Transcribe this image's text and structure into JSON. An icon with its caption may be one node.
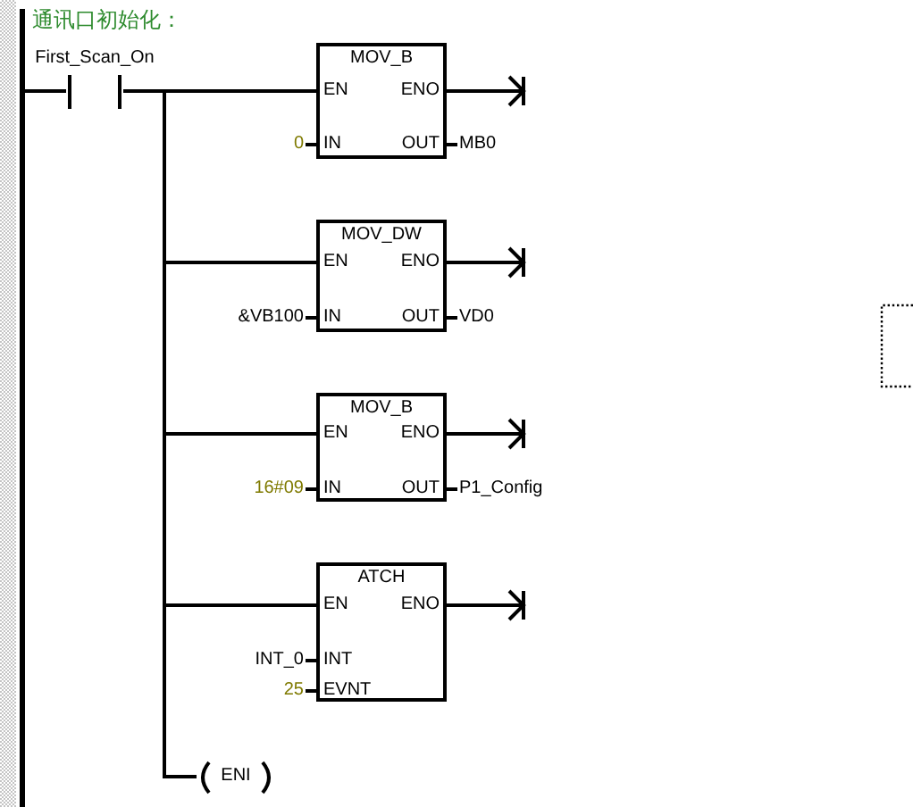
{
  "diagram": {
    "title": "通讯口初始化：",
    "nodes": [
      {
        "text": [],
        "shape": "bar"
      },
      {
        "text": [
          "First_Scan_On"
        ]
      },
      {
        "text": [
          "MOV_B",
          "EN",
          "ENO",
          "IN",
          "OUT"
        ],
        "beside": [
          "0",
          "MB0"
        ]
      },
      {
        "text": [
          "MOV_DW",
          "EN",
          "ENO",
          "IN",
          "OUT"
        ],
        "beside": [
          "&VB100",
          "VD0"
        ]
      },
      {
        "text": [
          "MOV_B",
          "EN",
          "ENO",
          "IN",
          "OUT"
        ],
        "beside": [
          "16#09",
          "P1_Config"
        ]
      },
      {
        "text": [
          "ATCH",
          "EN",
          "ENO",
          "INT",
          "EVNT"
        ],
        "beside": [
          "INT_0",
          "25"
        ]
      },
      {
        "text": [
          "ENI"
        ]
      }
    ],
    "edges": [
      {
        "from": 0,
        "to": 1,
        "arrow": "none"
      },
      {
        "from": 1,
        "to": 2,
        "arrow": "none"
      },
      {
        "from": 1,
        "to": 3,
        "arrow": "none"
      },
      {
        "from": 1,
        "to": 4,
        "arrow": "none"
      },
      {
        "from": 1,
        "to": 5,
        "arrow": "none"
      },
      {
        "from": 1,
        "to": 6,
        "arrow": "none"
      },
      {
        "from": 2,
        "to": null,
        "arrow": "to"
      },
      {
        "from": 3,
        "to": null,
        "arrow": "to"
      },
      {
        "from": 4,
        "to": null,
        "arrow": "to"
      },
      {
        "from": 5,
        "to": null,
        "arrow": "to"
      }
    ]
  }
}
